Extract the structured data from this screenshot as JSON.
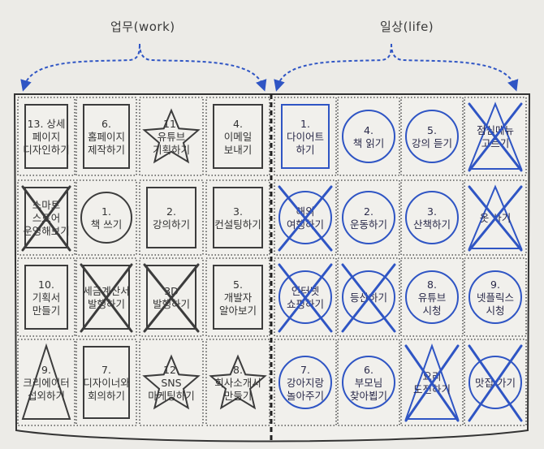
{
  "headers": {
    "work": "업무(work)",
    "life": "일상(life)"
  },
  "colors": {
    "paper": "#ecebe7",
    "ink": "#3c3c3c",
    "blue": "#2f55c4"
  },
  "cells": [
    [
      {
        "text": [
          "13. 상세",
          "페이지",
          "디자인하기"
        ],
        "shape": "square",
        "cross": false,
        "color": "ink"
      },
      {
        "text": [
          "6.",
          "홈페이지",
          "제작하기"
        ],
        "shape": "square",
        "cross": false,
        "color": "ink"
      },
      {
        "text": [
          "11.",
          "유튜브",
          "기획하기"
        ],
        "shape": "star",
        "cross": false,
        "color": "ink"
      },
      {
        "text": [
          "4.",
          "이메일",
          "보내기"
        ],
        "shape": "square",
        "cross": false,
        "color": "ink"
      },
      {
        "text": [
          "1.",
          "다이어트",
          "하기"
        ],
        "shape": "square",
        "cross": false,
        "color": "blue"
      },
      {
        "text": [
          "4.",
          "책 읽기"
        ],
        "shape": "circle",
        "cross": false,
        "color": "blue"
      },
      {
        "text": [
          "5.",
          "강의 듣기"
        ],
        "shape": "circle",
        "cross": false,
        "color": "blue"
      },
      {
        "text": [
          "점심메뉴",
          "고르기"
        ],
        "shape": "triangle",
        "cross": true,
        "color": "blue"
      }
    ],
    [
      {
        "text": [
          "스마트",
          "스토어",
          "운영해보기"
        ],
        "shape": "square",
        "cross": true,
        "color": "ink"
      },
      {
        "text": [
          "1.",
          "책 쓰기"
        ],
        "shape": "circle",
        "cross": false,
        "color": "ink"
      },
      {
        "text": [
          "2.",
          "강의하기"
        ],
        "shape": "square",
        "cross": false,
        "color": "ink"
      },
      {
        "text": [
          "3.",
          "컨설팅하기"
        ],
        "shape": "square",
        "cross": false,
        "color": "ink"
      },
      {
        "text": [
          "해외",
          "여행하기"
        ],
        "shape": "circle",
        "cross": true,
        "color": "blue"
      },
      {
        "text": [
          "2.",
          "운동하기"
        ],
        "shape": "circle",
        "cross": false,
        "color": "blue"
      },
      {
        "text": [
          "3.",
          "산책하기"
        ],
        "shape": "circle",
        "cross": false,
        "color": "blue"
      },
      {
        "text": [
          "옷 사기"
        ],
        "shape": "triangle",
        "cross": true,
        "color": "blue"
      }
    ],
    [
      {
        "text": [
          "10.",
          "기획서",
          "만들기"
        ],
        "shape": "square",
        "cross": false,
        "color": "ink"
      },
      {
        "text": [
          "세금계산서",
          "발행하기"
        ],
        "shape": "square",
        "cross": true,
        "color": "ink"
      },
      {
        "text": [
          "3D",
          "발행하기"
        ],
        "shape": "square",
        "cross": true,
        "color": "ink"
      },
      {
        "text": [
          "5.",
          "개발자",
          "알아보기"
        ],
        "shape": "square",
        "cross": false,
        "color": "ink"
      },
      {
        "text": [
          "인터넷",
          "쇼핑하기"
        ],
        "shape": "circle",
        "cross": true,
        "color": "blue"
      },
      {
        "text": [
          "등산하기"
        ],
        "shape": "circle",
        "cross": true,
        "color": "blue"
      },
      {
        "text": [
          "8.",
          "유튜브",
          "시청"
        ],
        "shape": "circle",
        "cross": false,
        "color": "blue"
      },
      {
        "text": [
          "9.",
          "넷플릭스",
          "시청"
        ],
        "shape": "circle",
        "cross": false,
        "color": "blue"
      }
    ],
    [
      {
        "text": [
          "9.",
          "크리에이터",
          "섭외하기"
        ],
        "shape": "triangle",
        "cross": false,
        "color": "ink"
      },
      {
        "text": [
          "7.",
          "디자이너와",
          "회의하기"
        ],
        "shape": "square",
        "cross": false,
        "color": "ink"
      },
      {
        "text": [
          "12.",
          "SNS",
          "마케팅하기"
        ],
        "shape": "star",
        "cross": false,
        "color": "ink"
      },
      {
        "text": [
          "8.",
          "회사소개서",
          "만들기"
        ],
        "shape": "star",
        "cross": false,
        "color": "ink"
      },
      {
        "text": [
          "7.",
          "강아지랑",
          "놀아주기"
        ],
        "shape": "circle",
        "cross": false,
        "color": "blue"
      },
      {
        "text": [
          "6.",
          "부모님",
          "찾아뵙기"
        ],
        "shape": "circle",
        "cross": false,
        "color": "blue"
      },
      {
        "text": [
          "요리",
          "도전하기"
        ],
        "shape": "triangle",
        "cross": true,
        "color": "blue"
      },
      {
        "text": [
          "맛집 가기"
        ],
        "shape": "circle",
        "cross": true,
        "color": "blue"
      }
    ]
  ]
}
